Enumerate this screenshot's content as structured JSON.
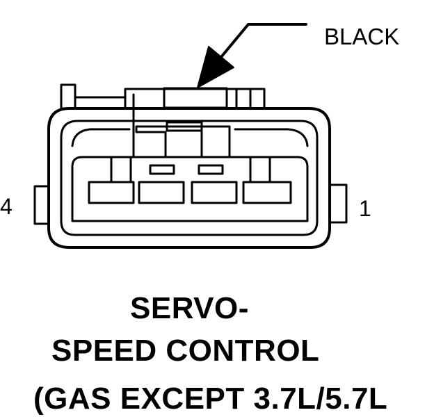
{
  "connector": {
    "color_label": "BLACK",
    "pin_labels": {
      "left": "4",
      "right": "1"
    }
  },
  "caption": {
    "line1": "SERVO-",
    "line2": "SPEED CONTROL",
    "line3": "(GAS EXCEPT 3.7L/5.7L"
  },
  "colors": {
    "ink": "#000000",
    "background": "#ffffff"
  }
}
